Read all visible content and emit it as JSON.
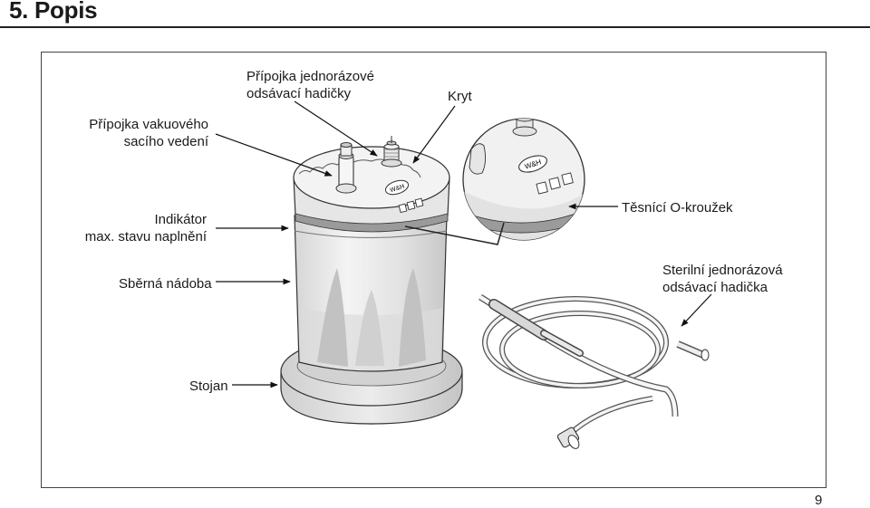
{
  "page": {
    "section_title": "5. Popis",
    "page_number": "9"
  },
  "labels": {
    "vacuum_connector": "Přípojka vakuového\nsacího vedení",
    "tube_connector": "Přípojka jednorázové\nodsávací hadičky",
    "lid": "Kryt",
    "fill_indicator": "Indikátor\nmax. stavu naplnění",
    "collection_container": "Sběrná nádoba",
    "stand": "Stojan",
    "o_ring": "Těsnící O-kroužek",
    "suction_tube": "Sterilní jednorázová\nodsávací hadička"
  },
  "logo_text": "W&H",
  "icons": [
    "container-symbol-icon",
    "single-use-symbol-icon",
    "do-not-reuse-icon"
  ]
}
